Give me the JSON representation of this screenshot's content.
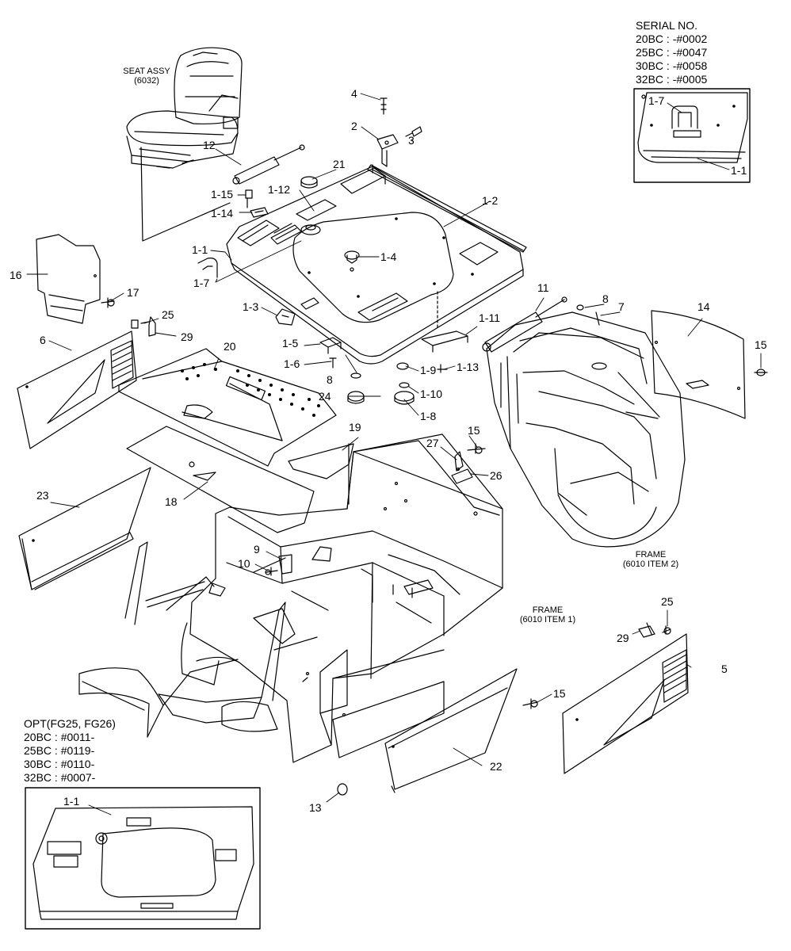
{
  "serial_block": {
    "title": "SERIAL NO.",
    "lines": [
      "20BC : -#0002",
      "25BC : -#0047",
      "30BC : -#0058",
      "32BC : -#0005"
    ]
  },
  "opt_block": {
    "title": "OPT(FG25, FG26)",
    "lines": [
      "20BC : #0011-",
      "25BC : #0119-",
      "30BC : #0110-",
      "32BC : #0007-"
    ]
  },
  "captions": {
    "seat_1": "SEAT ASSY",
    "seat_2": "(6032)",
    "frame2_1": "FRAME",
    "frame2_2": "(6010 ITEM 2)",
    "frame1_1": "FRAME",
    "frame1_2": "(6010 ITEM 1)"
  },
  "callouts": {
    "c4": "4",
    "c2": "2",
    "c3": "3",
    "c12": "12",
    "c21": "21",
    "c1_15": "1-15",
    "c1_12": "1-12",
    "c1_2": "1-2",
    "c1_14": "1-14",
    "c1_1": "1-1",
    "c1_4": "1-4",
    "c1_7": "1-7",
    "c16": "16",
    "c17": "17",
    "c1_3": "1-3",
    "c25a": "25",
    "c29a": "29",
    "c11": "11",
    "c8a": "8",
    "c7": "7",
    "c14": "14",
    "c15a": "15",
    "c1_11": "1-11",
    "c1_5": "1-5",
    "c6": "6",
    "c20": "20",
    "c1_6": "1-6",
    "c8b": "8",
    "c1_9": "1-9",
    "c1_13": "1-13",
    "c24": "24",
    "c1_10": "1-10",
    "c1_8": "1-8",
    "c19": "19",
    "c15b": "15",
    "c27": "27",
    "c26": "26",
    "c23": "23",
    "c18": "18",
    "c9": "9",
    "c10": "10",
    "c25b": "25",
    "c29b": "29",
    "c5": "5",
    "c15c": "15",
    "c22": "22",
    "c13": "13",
    "inset_top_1_7": "1-7",
    "inset_top_1_1": "1-1",
    "inset_bottom_1_1": "1-1"
  }
}
